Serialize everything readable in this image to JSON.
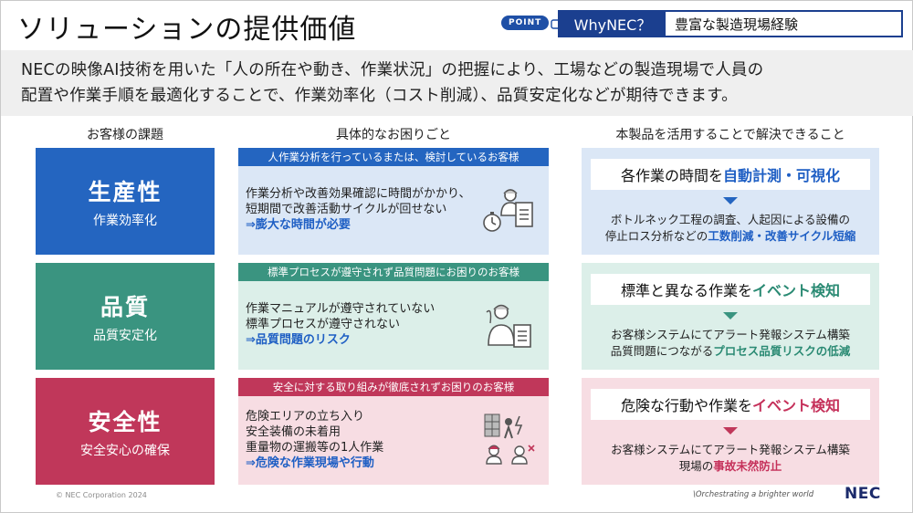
{
  "header": {
    "title": "ソリューションの提供価値",
    "point_label": "POINT",
    "why_label": "WhyNEC？",
    "why_value": "豊富な製造現場経験"
  },
  "intro": {
    "line1": "NECの映像AI技術を用いた「人の所在や動き、作業状況」の把握により、工場などの製造現場で人員の",
    "line2": "配置や作業手順を最適化することで、作業効率化（コスト削減）、品質安定化などが期待できます。"
  },
  "columns": {
    "issues": "お客様の課題",
    "problems": "具体的なお困りごと",
    "solutions": "本製品を活用することで解決できること"
  },
  "rows": [
    {
      "category": "生産性",
      "category_sub": "作業効率化",
      "bar": "人作業分析を行っているまたは、検討しているお客様",
      "lines": [
        "作業分析や改善効果確認に時間がかかり、",
        "短期間で改善活動サイクルが回せない"
      ],
      "emphasis": "⇒膨大な時間が必要",
      "headline_pre": "各作業の時間を",
      "headline_accent": "自動計測・可視化",
      "desc1": "ボトルネック工程の調査、人起因による設備の",
      "desc2_pre": "停止ロス分析などの",
      "desc2_accent": "工数削減・改善サイクル短縮",
      "icon": "stopwatch-worker-icon",
      "color": "#2465c0"
    },
    {
      "category": "品質",
      "category_sub": "品質安定化",
      "bar": "標準プロセスが遵守されず品質問題にお困りのお客様",
      "lines": [
        "作業マニュアルが遵守されていない",
        "標準プロセスが遵守されない"
      ],
      "emphasis": "⇒品質問題のリスク",
      "headline_pre": "標準と異なる作業を",
      "headline_accent": "イベント検知",
      "desc1": "お客様システムにてアラート発報システム構築",
      "desc2_pre": "品質問題につながる",
      "desc2_accent": "プロセス品質リスクの低減",
      "icon": "worker-checklist-icon",
      "color": "#3a9480"
    },
    {
      "category": "安全性",
      "category_sub": "安全安心の確保",
      "bar": "安全に対する取り組みが徹底されずお困りのお客様",
      "lines": [
        "危険エリアの立ち入り",
        "安全装備の未着用",
        "重量物の運搬等の1人作業"
      ],
      "emphasis": "⇒危険な作業現場や行動",
      "headline_pre": "危険な行動や作業を",
      "headline_accent": "イベント検知",
      "desc1": "お客様システムにてアラート発報システム構築",
      "desc2_pre": "現場の",
      "desc2_accent": "事故未然防止",
      "icon": "hazard-worker-icon",
      "color": "#c0375a"
    }
  ],
  "footer": {
    "copyright": "© NEC Corporation 2024",
    "tagline": "\\Orchestrating a brighter world",
    "logo": "NEC"
  }
}
